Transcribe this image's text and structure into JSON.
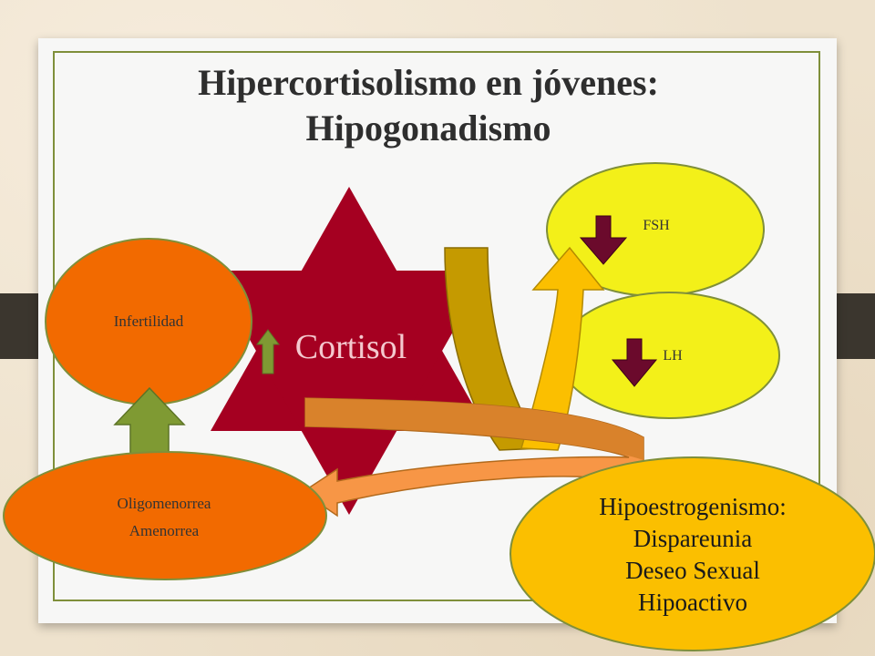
{
  "slide": {
    "title_line1": "Hipercortisolismo en jóvenes:",
    "title_line2": "Hipogonadismo"
  },
  "nodes": {
    "cortisol": "Cortisol",
    "fsh": "FSH",
    "lh": "LH",
    "infertilidad": "Infertilidad",
    "oligo_line1": "Oligomenorrea",
    "oligo_line2": "Amenorrea",
    "hipo_line1": "Hipoestrogenismo:",
    "hipo_line2": "Dispareunia",
    "hipo_line3": "Deseo Sexual",
    "hipo_line4": "Hipoactivo"
  },
  "colors": {
    "star": "#a50021",
    "hormone_ellipse": "#f3f019",
    "symptom_ellipse": "#f26a00",
    "hipo_ellipse": "#fbbf00",
    "down_arrow": "#6b0a2c",
    "up_arrow_green": "#7f9a33",
    "curved_arrow_gold": "#c59a00",
    "curved_arrow_yellow": "#fbbf00",
    "curved_arrow_orange": "#f79646"
  }
}
